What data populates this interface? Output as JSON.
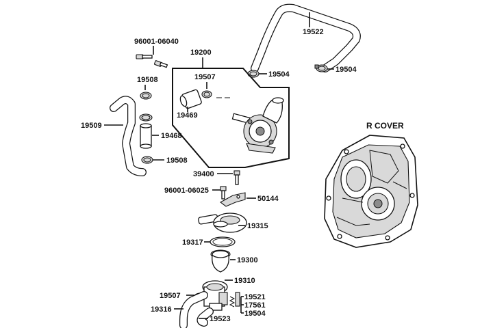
{
  "labels": {
    "p19522": "19522",
    "p19504a": "19504",
    "p19504b": "19504",
    "p96001_06040": "96001-06040",
    "p19200": "19200",
    "p19507a": "19507",
    "p19469": "19469",
    "p19508a": "19508",
    "p19509": "19509",
    "p19468": "19468",
    "p19508b": "19508",
    "r_cover": "R COVER",
    "p39400": "39400",
    "p96001_06025": "96001-06025",
    "p50144": "50144",
    "p19315": "19315",
    "p19317": "19317",
    "p19300": "19300",
    "p19310": "19310",
    "p19507b": "19507",
    "p19521": "19521",
    "p17561": "17561",
    "p19316": "19316",
    "p19504c": "19504",
    "p19523": "19523"
  }
}
